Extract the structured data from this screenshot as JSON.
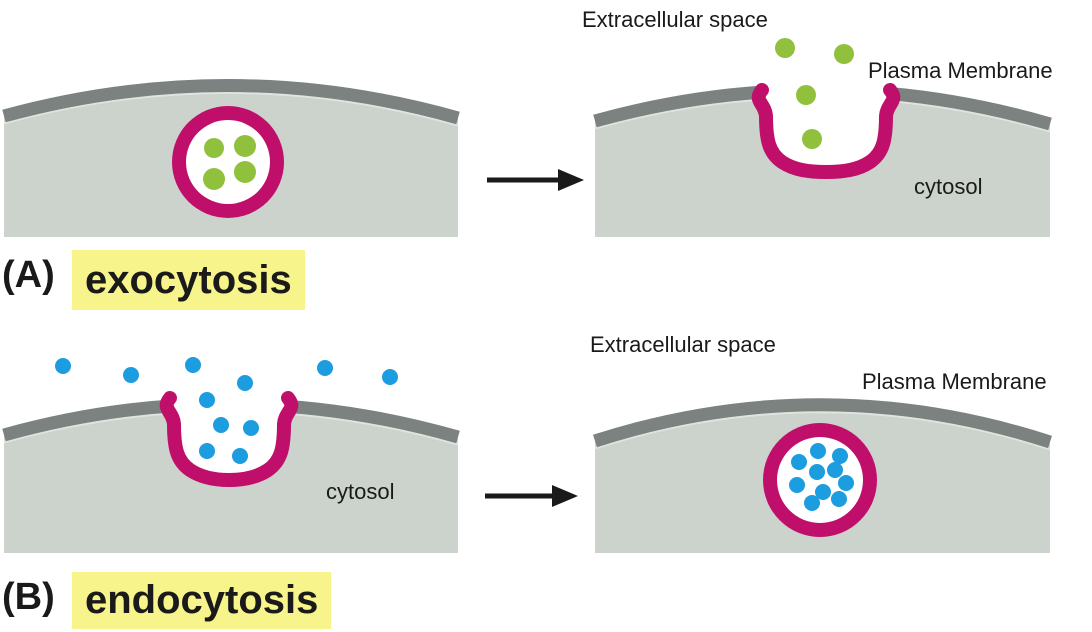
{
  "figure_title": "exocytosis and endocytosis",
  "colors": {
    "background": "#FFFFFF",
    "cell_body": "#CCD2CC",
    "membrane": "#7B827F",
    "membrane_edge_light": "#E0E4DF",
    "vesicle_magenta": "#C00F6B",
    "cargo_green": "#91C13C",
    "cargo_blue": "#1C9DE0",
    "highlight_yellow": "#F7F48B",
    "text": "#1A1A1A",
    "arrow": "#1A1A1A"
  },
  "labels": {
    "panel_a_letter": "(A)",
    "panel_a_title": "exocytosis",
    "panel_b_letter": "(B)",
    "panel_b_title": "endocytosis",
    "extracellular_top": "Extracellular space",
    "plasma_membrane_top": "Plasma Membrane",
    "cytosol_top": "cytosol",
    "extracellular_bottom": "Extracellular space",
    "plasma_membrane_bottom": "Plasma Membrane",
    "cytosol_bottom": "cytosol"
  },
  "dots": {
    "a_left_vesicle_cargo": {
      "color": "cargo_green",
      "points": [
        [
          214,
          148,
          10
        ],
        [
          245,
          146,
          11
        ],
        [
          214,
          179,
          11
        ],
        [
          245,
          172,
          11
        ]
      ]
    },
    "a_right_released_cargo": {
      "color": "cargo_green",
      "points": [
        [
          785,
          48,
          10
        ],
        [
          844,
          54,
          10
        ],
        [
          806,
          95,
          10
        ],
        [
          812,
          139,
          10
        ]
      ]
    },
    "b_left_extracellular_particles": {
      "color": "cargo_blue",
      "points": [
        [
          63,
          366,
          8
        ],
        [
          131,
          375,
          8
        ],
        [
          193,
          365,
          8
        ],
        [
          245,
          383,
          8
        ],
        [
          325,
          368,
          8
        ],
        [
          390,
          377,
          8
        ],
        [
          207,
          400,
          8
        ],
        [
          221,
          425,
          8
        ],
        [
          251,
          428,
          8
        ],
        [
          207,
          451,
          8
        ],
        [
          240,
          456,
          8
        ]
      ]
    },
    "b_right_vesicle_cargo": {
      "color": "cargo_blue",
      "points": [
        [
          818,
          451,
          8
        ],
        [
          799,
          462,
          8
        ],
        [
          840,
          456,
          8
        ],
        [
          817,
          472,
          8
        ],
        [
          835,
          470,
          8
        ],
        [
          797,
          485,
          8
        ],
        [
          846,
          483,
          8
        ],
        [
          823,
          492,
          8
        ],
        [
          812,
          503,
          8
        ],
        [
          839,
          499,
          8
        ]
      ]
    }
  },
  "counts": {
    "green_dots_before_exocytosis": 4,
    "green_dots_after_exocytosis": 4,
    "blue_dots_during_endocytosis": 11,
    "blue_dots_in_vesicle_after_endocytosis": 10
  }
}
